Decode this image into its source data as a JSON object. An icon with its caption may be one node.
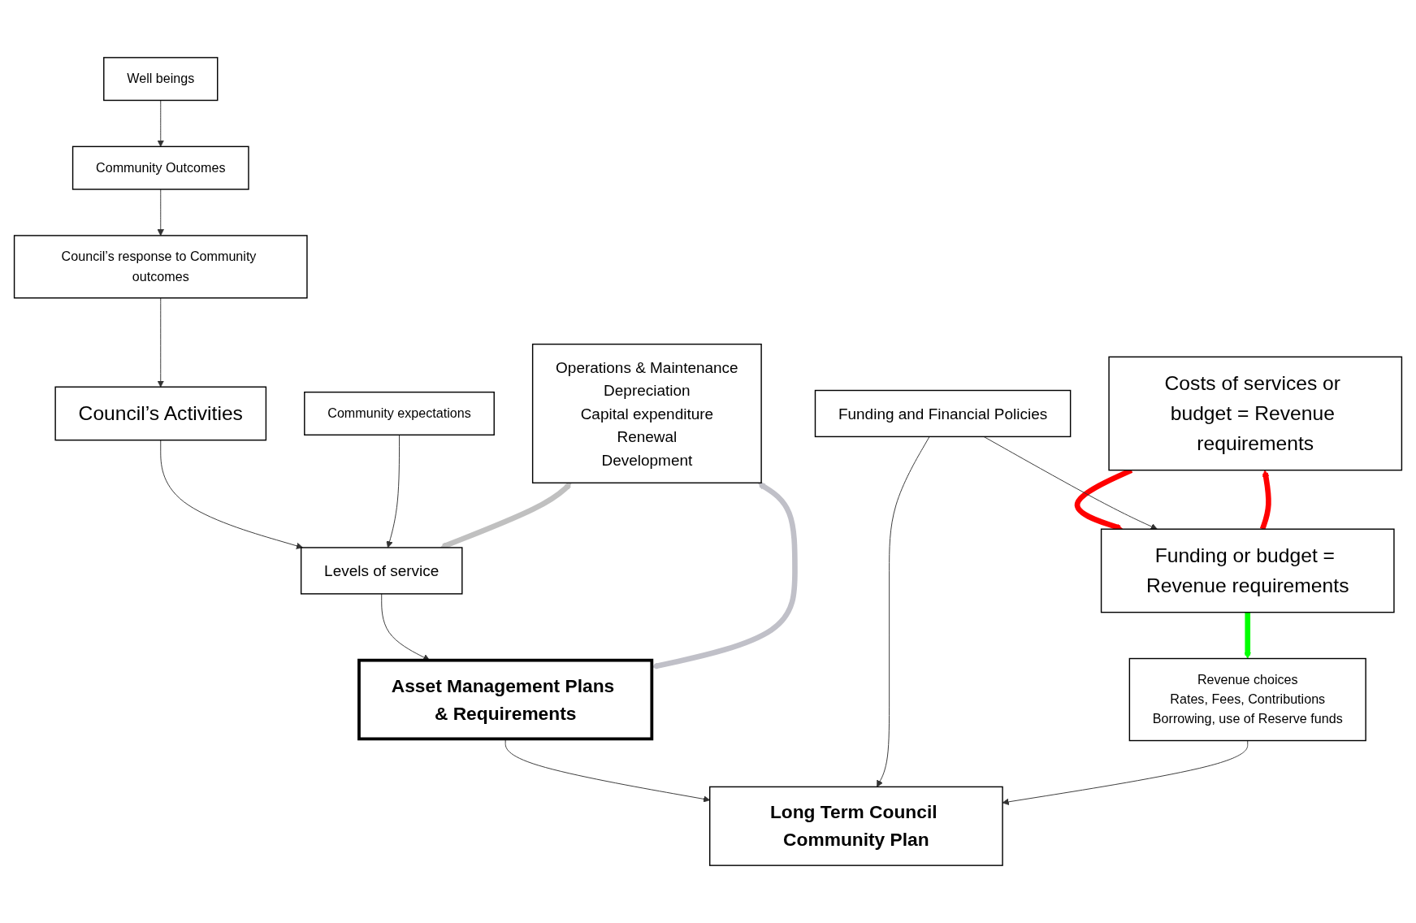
{
  "diagram": {
    "nodes": [
      {
        "text": [
          "Council’s response to Community outcomes"
        ]
      },
      {
        "text": [
          "Well beings"
        ]
      },
      {
        "text": [
          "Costs of services or budget = Revenue requirements"
        ]
      },
      {
        "text": [
          "Council’s Activities"
        ]
      },
      {
        "text": [
          "Community Outcomes"
        ]
      },
      {
        "text": [
          "Operations & Maintenance",
          "Depreciation",
          "Capital expenditure",
          "Renewal",
          "Development"
        ]
      },
      {
        "text": [
          "Levels of service"
        ]
      },
      {
        "text": [
          "Community expectations"
        ]
      },
      {
        "text": [
          "Asset Management Plans & Requirements"
        ]
      },
      {
        "text": [
          "Funding or budget = Revenue requirements"
        ]
      },
      {
        "text": [
          "Funding and Financial Policies"
        ]
      },
      {
        "text": [
          "Revenue choices",
          "Rates, Fees, Contributions",
          "Borrowing, use of Reserve funds"
        ]
      },
      {
        "text": [
          "Long Term Council Community Plan"
        ]
      }
    ],
    "edges": [
      {
        "from": 0,
        "to": 3,
        "arrow": "to"
      },
      {
        "from": 1,
        "to": 4,
        "arrow": "to"
      },
      {
        "from": 4,
        "to": 0,
        "arrow": "to"
      },
      {
        "from": 3,
        "to": 6,
        "arrow": "to"
      },
      {
        "from": 7,
        "to": 6,
        "arrow": "to"
      },
      {
        "from": 6,
        "to": 8,
        "arrow": "to"
      },
      {
        "from": 5,
        "to": 6,
        "arrow": "both",
        "style": "thick",
        "color": "#c0c0c0"
      },
      {
        "from": 5,
        "to": 8,
        "arrow": "both",
        "style": "thick",
        "color": "#c0c0c8"
      },
      {
        "from": 2,
        "to": 9,
        "arrow": "to",
        "style": "thick",
        "color": "#ff0000"
      },
      {
        "from": 9,
        "to": 2,
        "arrow": "to",
        "style": "thick",
        "color": "#ff0000"
      },
      {
        "from": 9,
        "to": 11,
        "arrow": "to",
        "style": "thick",
        "color": "#00ff00"
      },
      {
        "from": 10,
        "to": 9,
        "arrow": "to"
      },
      {
        "from": 8,
        "to": 12,
        "arrow": "to"
      },
      {
        "from": 10,
        "to": 12,
        "arrow": "to"
      },
      {
        "from": 11,
        "to": 12,
        "arrow": "to"
      }
    ]
  }
}
